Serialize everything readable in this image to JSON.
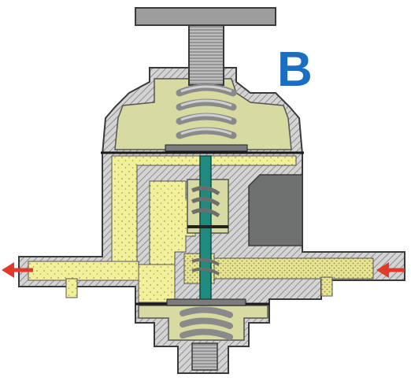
{
  "diagram": {
    "label": "B",
    "colors": {
      "label": "#1a6fc2",
      "fluid": "#f3f09a",
      "chamber": "#d7dba1",
      "hatch": "#9a9a9a",
      "body": "#c9c9c9",
      "dark_cavity": "#6f7070",
      "spring": "#a9a9a9",
      "valve_stem": "#1f8a7d",
      "arrow": "#e03b2a",
      "outline": "#3a3a3a"
    },
    "flow": {
      "inlet_side": "right",
      "outlet_side": "left",
      "direction": "right-to-left"
    },
    "parts": [
      "adjusting-knob",
      "threaded-rod",
      "upper-spring",
      "upper-diaphragm",
      "valve-stem",
      "middle-spring",
      "valve-seat",
      "lower-spring",
      "lower-diaphragm",
      "bottom-screw",
      "inlet-port",
      "outlet-port"
    ]
  }
}
